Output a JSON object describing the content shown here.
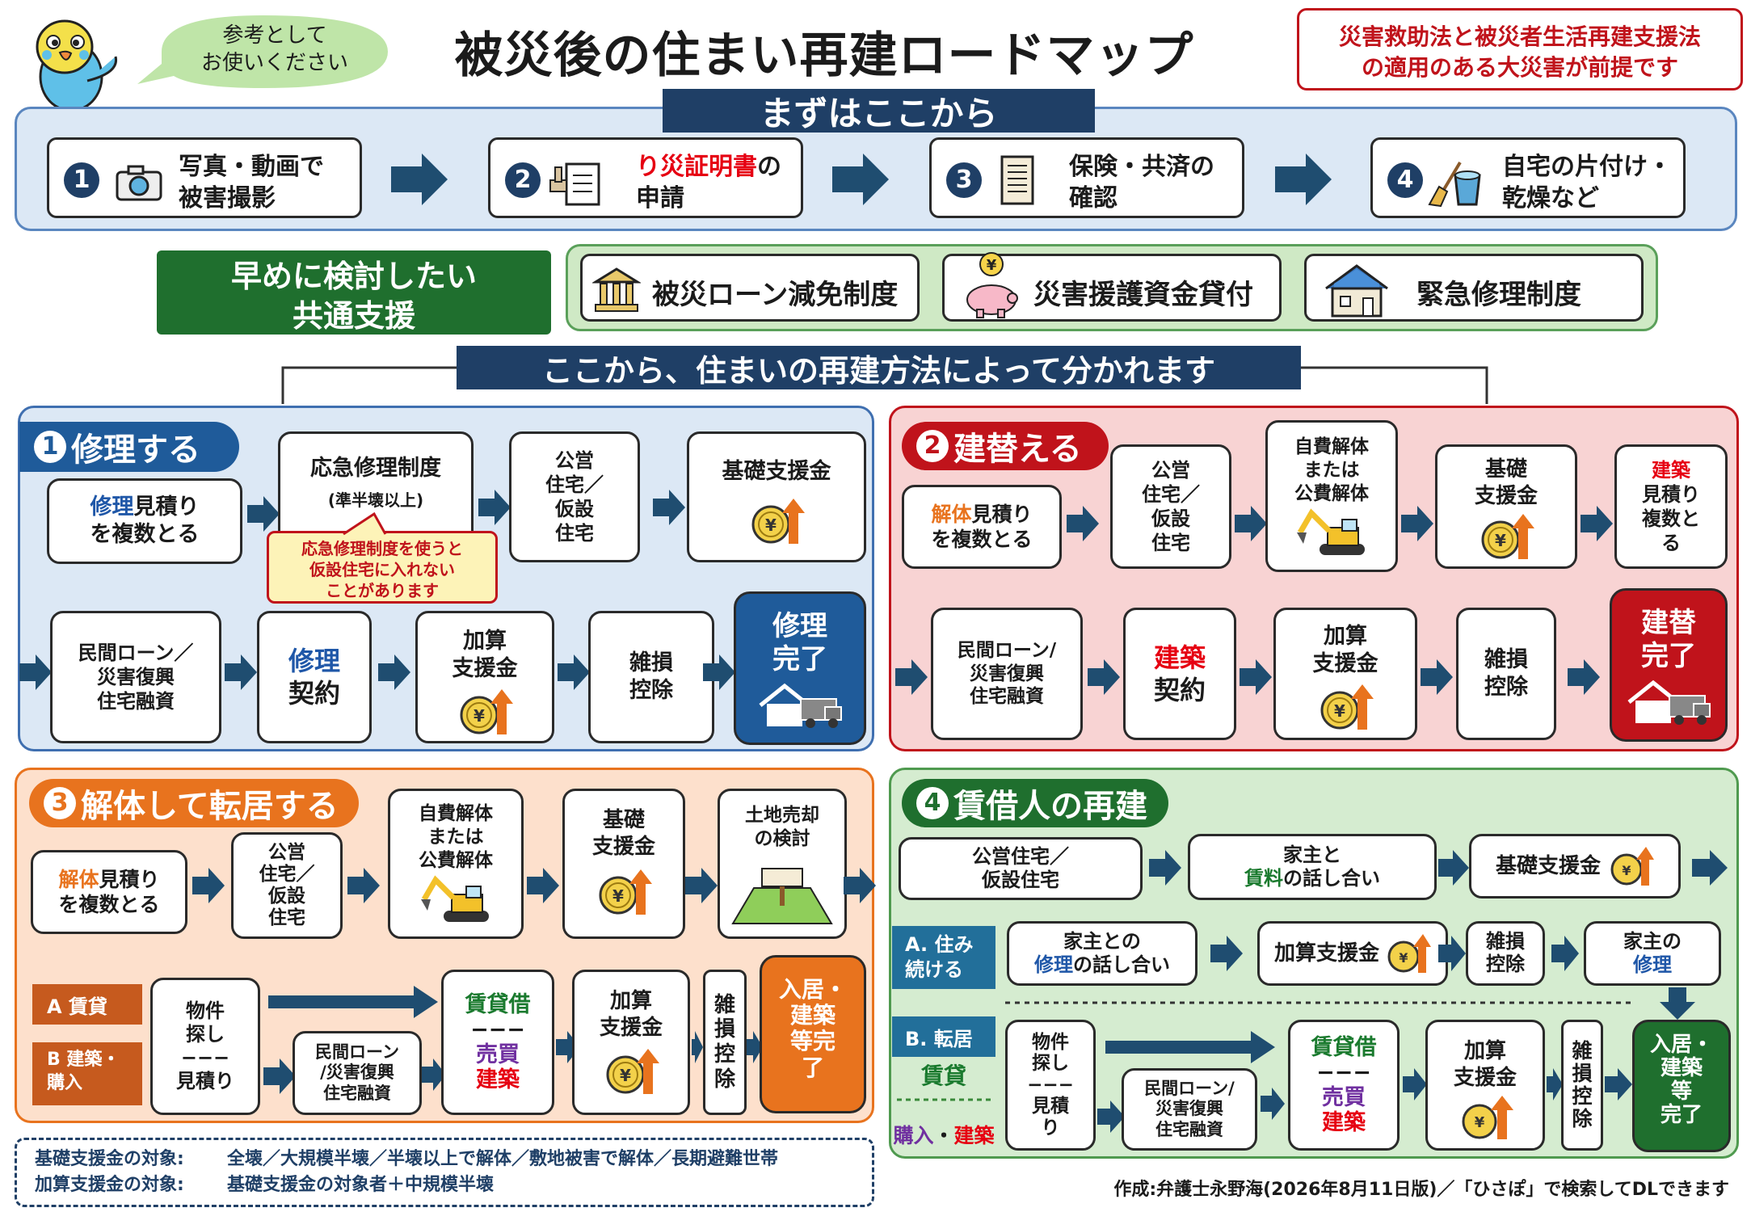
{
  "header": {
    "title": "被災後の住まい再建ロードマップ",
    "bubble": [
      "参考として",
      "お使いください"
    ],
    "premise": [
      "災害救助法と被災者生活再建支援法",
      "の適用のある大災害が前提です"
    ]
  },
  "first": {
    "banner": "まずはここから",
    "steps": [
      {
        "num": "1",
        "l1": "写真・動画で",
        "l2": "被害撮影",
        "icon": "camera-icon"
      },
      {
        "num": "2",
        "l1a": "り災証明書",
        "l1b": "の",
        "l2": "申請",
        "icon": "certificate-stamp-icon"
      },
      {
        "num": "3",
        "l1": "保険・共済の",
        "l2": "確認",
        "icon": "document-icon"
      },
      {
        "num": "4",
        "l1": "自宅の片付け・",
        "l2": "乾燥など",
        "icon": "bucket-broom-icon"
      }
    ]
  },
  "common": {
    "label": [
      "早めに検討したい",
      "共通支援"
    ],
    "items": [
      {
        "label": "被災ローン減免制度",
        "icon": "bank-icon"
      },
      {
        "label": "災害援護資金貸付",
        "icon": "piggy-bank-icon"
      },
      {
        "label": "緊急修理制度",
        "icon": "damaged-house-icon"
      }
    ]
  },
  "split": "ここから、住まいの再建方法によって分かれます",
  "s1": {
    "title": "修理する",
    "num": "1",
    "estimate": {
      "c": "修理",
      "t": "見積り",
      "l2": "を複数とる"
    },
    "emergency": {
      "l1": "応急修理制度",
      "l2": "(準半壊以上)"
    },
    "callout": [
      "応急修理制度を使うと",
      "仮設住宅に入れない",
      "ことがあります"
    ],
    "housing": [
      "公営",
      "住宅／",
      "仮設",
      "住宅"
    ],
    "base": "基礎支援金",
    "loan": [
      "民間ローン／",
      "災害復興",
      "住宅融資"
    ],
    "contract": {
      "c": "修理",
      "t": "契約"
    },
    "add": [
      "加算",
      "支援金"
    ],
    "tax": [
      "雑損",
      "控除"
    ],
    "done": [
      "修理",
      "完了"
    ]
  },
  "s2": {
    "title": "建替える",
    "num": "2",
    "estimate": {
      "c": "解体",
      "t": "見積り",
      "l2": "を複数とる"
    },
    "housing": [
      "公営",
      "住宅／",
      "仮設",
      "住宅"
    ],
    "demolish": [
      "自費解体",
      "または",
      "公費解体"
    ],
    "base": [
      "基礎",
      "支援金"
    ],
    "build_est": {
      "c": "建築",
      "l": [
        "見積り",
        "複数と",
        "る"
      ]
    },
    "loan": [
      "民間ローン/",
      "災害復興",
      "住宅融資"
    ],
    "contract": {
      "c": "建築",
      "t": "契約"
    },
    "add": [
      "加算",
      "支援金"
    ],
    "tax": [
      "雑損",
      "控除"
    ],
    "done": [
      "建替",
      "完了"
    ]
  },
  "s3": {
    "title": "解体して転居する",
    "num": "3",
    "estimate": {
      "c": "解体",
      "t": "見積り",
      "l2": "を複数とる"
    },
    "housing": [
      "公営",
      "住宅／",
      "仮設",
      "住宅"
    ],
    "demolish": [
      "自費解体",
      "または",
      "公費解体"
    ],
    "base": [
      "基礎",
      "支援金"
    ],
    "land": [
      "土地売却",
      "の検討"
    ],
    "tagA": "A 賃貸",
    "tagB": [
      "B 建築・",
      "購入"
    ],
    "search": [
      "物件",
      "探し",
      "−−−",
      "見積り"
    ],
    "loan": [
      "民間ローン",
      "/災害復興",
      "住宅融資"
    ],
    "lease": {
      "a": "賃貸借",
      "sep": "−−−",
      "b": "売買",
      "c": "建築"
    },
    "add": [
      "加算",
      "支援金"
    ],
    "tax": [
      "雑",
      "損",
      "控",
      "除"
    ],
    "done": [
      "入居・",
      "建築",
      "等完",
      "了"
    ]
  },
  "s4": {
    "title": "賃借人の再建",
    "num": "4",
    "housing": [
      "公営住宅／",
      "仮設住宅"
    ],
    "talk": {
      "l1": "家主と",
      "c": "賃料",
      "t": "の話し合い"
    },
    "base": "基礎支援金",
    "tagA": [
      "A. 住み",
      "続ける"
    ],
    "talk2": {
      "l1": "家主との",
      "c": "修理",
      "t": "の話し合い"
    },
    "add": "加算支援金",
    "tax": [
      "雑損",
      "控除"
    ],
    "landlord": {
      "l1": "家主の",
      "c": "修理"
    },
    "tagB": "B. 転居",
    "rent": "賃貸",
    "buy": "購入",
    "dot": "・",
    "build": "建築",
    "search": [
      "物件",
      "探し",
      "−−−",
      "見積",
      "り"
    ],
    "loan": [
      "民間ローン/",
      "災害復興",
      "住宅融資"
    ],
    "lease": {
      "a": "賃貸借",
      "sep": "−−−",
      "b": "売買",
      "c": "建築"
    },
    "add2": [
      "加算",
      "支援金"
    ],
    "tax2": [
      "雑",
      "損",
      "控",
      "除"
    ],
    "done": [
      "入居・",
      "建築",
      "等",
      "完了"
    ]
  },
  "notes": [
    {
      "label": "基礎支援金の対象:",
      "text": "全壊／大規模半壊／半壊以上で解体／敷地被害で解体／長期避難世帯"
    },
    {
      "label": "加算支援金の対象:",
      "text": "基礎支援金の対象者＋中規模半壊"
    }
  ],
  "credit": "作成:弁護士永野海(2026年8月11日版)／「ひさぽ」で検索してDLできます",
  "colors": {
    "navy": "#1f3f66",
    "s1": "#1f5b9a",
    "s2": "#c0131b",
    "s3": "#e8731e",
    "s4": "#1f6f2e"
  }
}
